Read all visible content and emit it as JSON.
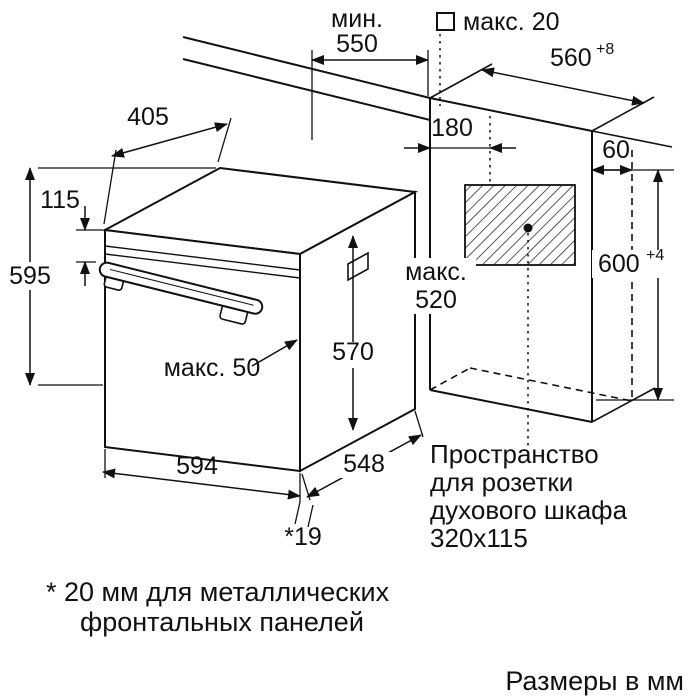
{
  "colors": {
    "ink": "#111111",
    "background": "#ffffff"
  },
  "diagram": {
    "dims": {
      "min_word": "мин.",
      "min_value": "550",
      "max20": "макс. 20",
      "w560": "560",
      "w560_tol": "+8",
      "d405": "405",
      "d180": "180",
      "d60": "60",
      "d115": "115",
      "h595": "595",
      "max520_line1": "макс.",
      "max520_line2": "520",
      "h600": "600",
      "h600_tol": "+4",
      "h570": "570",
      "max50": "макс. 50",
      "w594": "594",
      "d548": "548",
      "star19": "*19"
    },
    "socket_note": {
      "line1": "Пространство",
      "line2": "для розетки",
      "line3": "духового шкафа",
      "line4": "320x115"
    },
    "footnote": {
      "line1": "* 20 мм для металлических",
      "line2": "фронтальных панелей"
    },
    "units_note": "Размеры в мм"
  }
}
